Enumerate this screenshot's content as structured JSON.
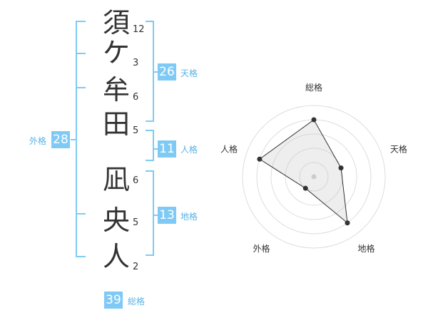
{
  "name_chars": [
    {
      "char": "須",
      "strokes": "12"
    },
    {
      "char": "ケ",
      "strokes": "3"
    },
    {
      "char": "牟",
      "strokes": "6"
    },
    {
      "char": "田",
      "strokes": "5"
    },
    {
      "char": "凪",
      "strokes": "6"
    },
    {
      "char": "央",
      "strokes": "5"
    },
    {
      "char": "人",
      "strokes": "2"
    }
  ],
  "fortune": {
    "tenkaku": {
      "value": "26",
      "label": "天格"
    },
    "jinkaku": {
      "value": "11",
      "label": "人格"
    },
    "chikaku": {
      "value": "13",
      "label": "地格"
    },
    "gaikaku": {
      "value": "28",
      "label": "外格"
    },
    "soukaku": {
      "value": "39",
      "label": "総格"
    }
  },
  "colors": {
    "accent": "#7fcaf5",
    "bracket": "#7fcaf5",
    "label": "#5ab3e6"
  },
  "chart_data": {
    "type": "radar",
    "axes": [
      "総格",
      "天格",
      "地格",
      "外格",
      "人格"
    ],
    "values": [
      4,
      2,
      4,
      1,
      4
    ],
    "max": 5,
    "rings": 5
  }
}
